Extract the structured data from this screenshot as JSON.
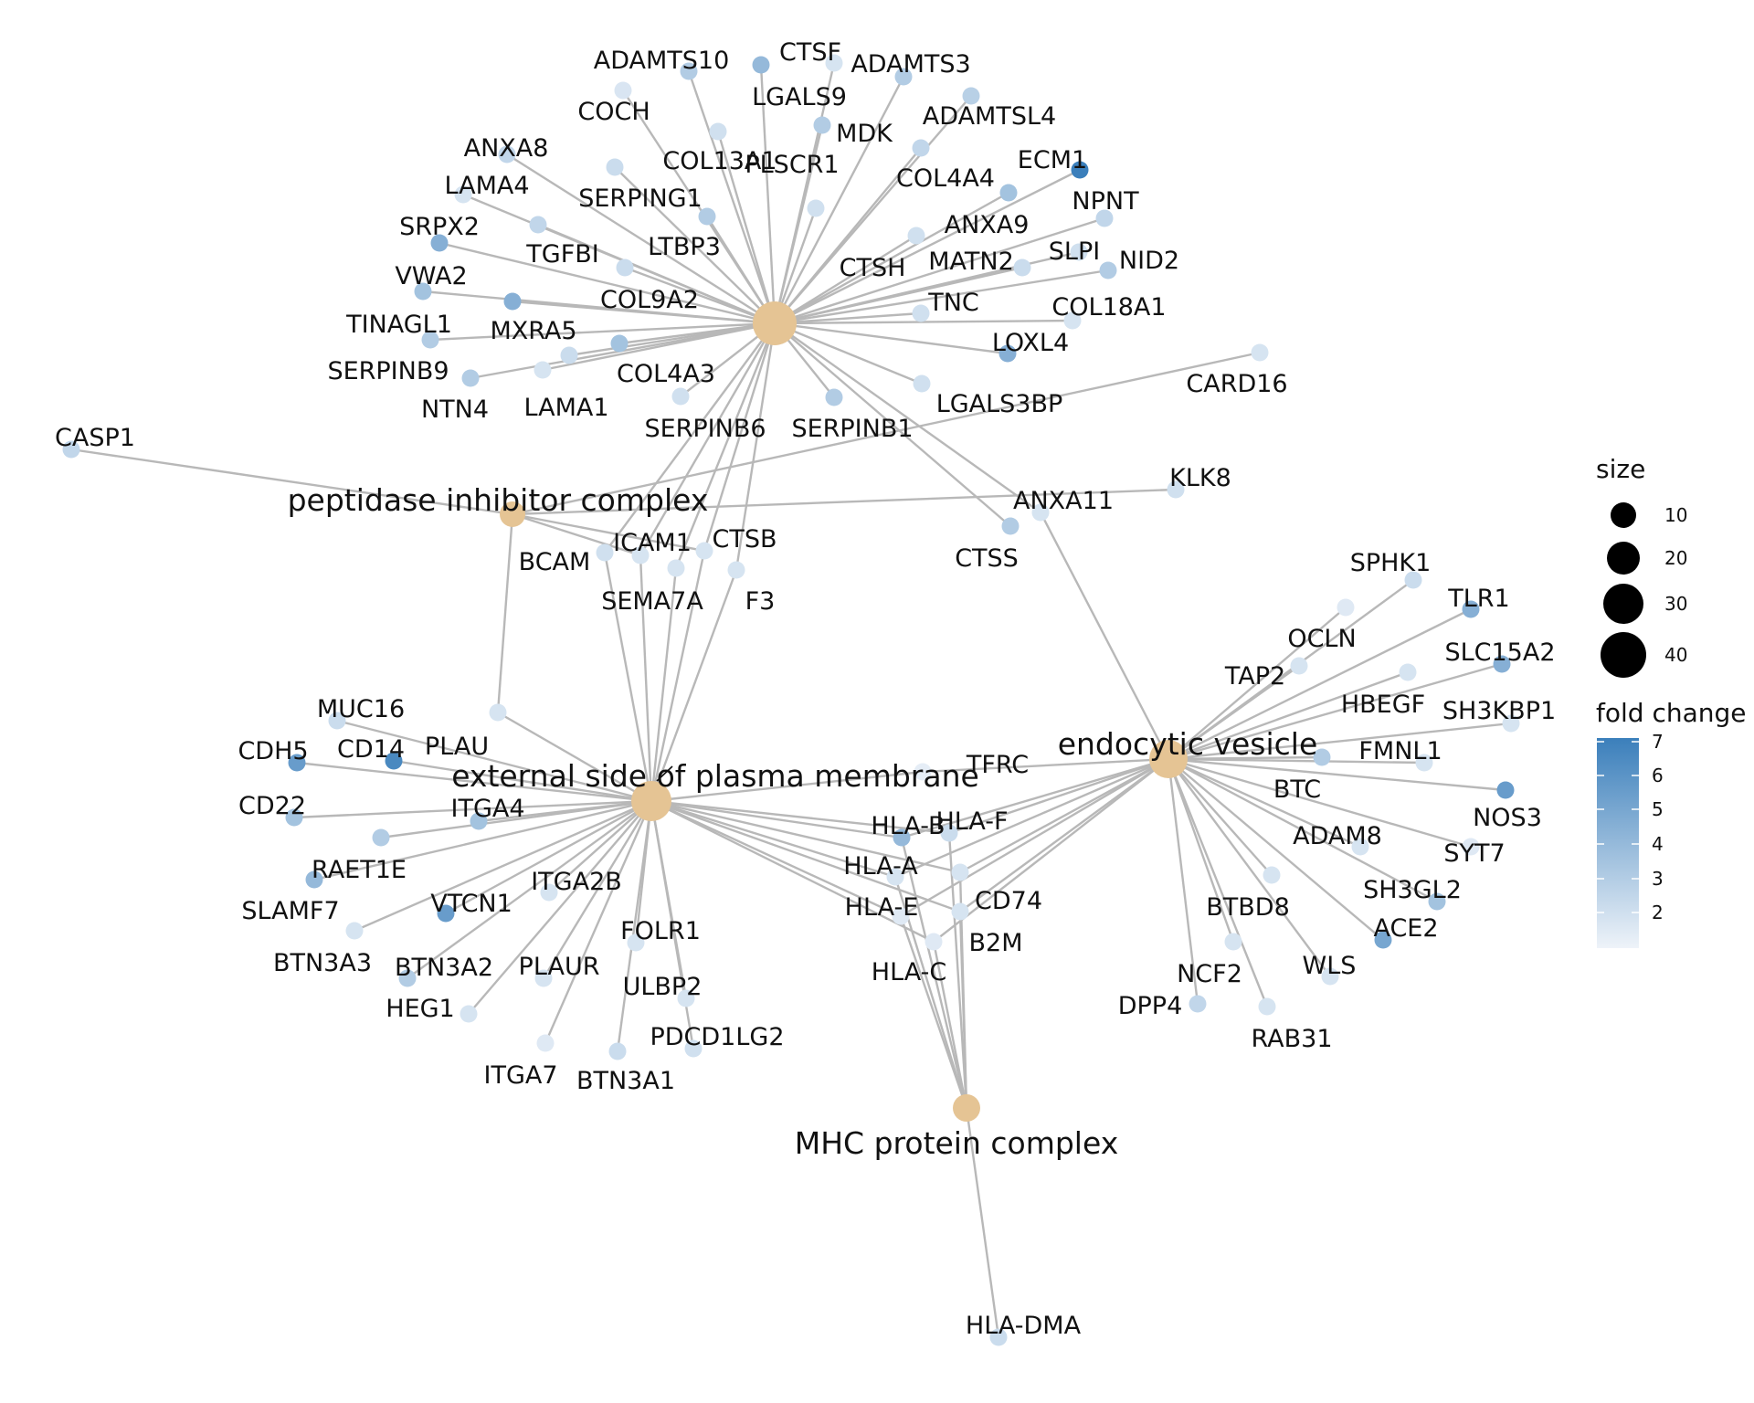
{
  "hubs": [
    {
      "id": "ecm",
      "label": "",
      "color": "#E5C494"
    },
    {
      "id": "pic",
      "label": "peptidase inhibitor complex",
      "color": "#E5C494"
    },
    {
      "id": "esp",
      "label": "external side of plasma membrane",
      "color": "#E5C494"
    },
    {
      "id": "ev",
      "label": "endocytic vesicle",
      "color": "#E5C494"
    },
    {
      "id": "mhc",
      "label": "MHC protein complex",
      "color": "#E5C494"
    }
  ],
  "genes": [
    {
      "label": "ADAMTS10",
      "fc": 3.0,
      "links": [
        "ecm"
      ]
    },
    {
      "label": "CTSF",
      "fc": 1.8,
      "links": [
        "ecm"
      ]
    },
    {
      "label": "LGALS9",
      "fc": 4.0,
      "links": [
        "ecm"
      ]
    },
    {
      "label": "ADAMTS3",
      "fc": 3.0,
      "links": [
        "ecm"
      ]
    },
    {
      "label": "COCH",
      "fc": 1.7,
      "links": [
        "ecm"
      ]
    },
    {
      "label": "COL13A1",
      "fc": 2.0,
      "links": [
        "ecm"
      ]
    },
    {
      "label": "MDK",
      "fc": 3.0,
      "links": [
        "ecm"
      ]
    },
    {
      "label": "ADAMTSL4",
      "fc": 2.8,
      "links": [
        "ecm"
      ]
    },
    {
      "label": "ANXA8",
      "fc": 2.5,
      "links": [
        "ecm"
      ]
    },
    {
      "label": "SERPING1",
      "fc": 2.2,
      "links": [
        "ecm"
      ]
    },
    {
      "label": "PLSCR1",
      "fc": 2.0,
      "links": [
        "ecm"
      ]
    },
    {
      "label": "COL4A4",
      "fc": 2.5,
      "links": [
        "ecm"
      ]
    },
    {
      "label": "ECM1",
      "fc": 7.0,
      "links": [
        "ecm"
      ]
    },
    {
      "label": "LAMA4",
      "fc": 1.8,
      "links": [
        "ecm"
      ]
    },
    {
      "label": "LTBP3",
      "fc": 3.0,
      "links": [
        "ecm"
      ]
    },
    {
      "label": "ANXA9",
      "fc": 3.5,
      "links": [
        "ecm"
      ]
    },
    {
      "label": "NPNT",
      "fc": 2.5,
      "links": [
        "ecm"
      ]
    },
    {
      "label": "SRPX2",
      "fc": 4.5,
      "links": [
        "ecm"
      ]
    },
    {
      "label": "TGFBI",
      "fc": 2.5,
      "links": [
        "ecm"
      ]
    },
    {
      "label": "CTSH",
      "fc": 2.0,
      "links": [
        "ecm"
      ]
    },
    {
      "label": "MATN2",
      "fc": 2.2,
      "links": [
        "ecm"
      ]
    },
    {
      "label": "SLPI",
      "fc": 2.0,
      "links": [
        "ecm"
      ]
    },
    {
      "label": "NID2",
      "fc": 3.0,
      "links": [
        "ecm"
      ]
    },
    {
      "label": "VWA2",
      "fc": 3.5,
      "links": [
        "ecm"
      ]
    },
    {
      "label": "COL9A2",
      "fc": 2.2,
      "links": [
        "ecm"
      ]
    },
    {
      "label": "TINAGL1",
      "fc": 3.0,
      "links": [
        "ecm"
      ]
    },
    {
      "label": "MXRA5",
      "fc": 4.5,
      "links": [
        "ecm"
      ]
    },
    {
      "label": "TNC",
      "fc": 2.0,
      "links": [
        "ecm"
      ]
    },
    {
      "label": "COL18A1",
      "fc": 1.8,
      "links": [
        "ecm"
      ]
    },
    {
      "label": "SERPINB9",
      "fc": 3.0,
      "links": [
        "ecm"
      ]
    },
    {
      "label": "COL4A3",
      "fc": 3.5,
      "links": [
        "ecm"
      ]
    },
    {
      "label": "LOXL4",
      "fc": 4.5,
      "links": [
        "ecm"
      ]
    },
    {
      "label": "NTN4",
      "fc": 1.8,
      "links": [
        "ecm"
      ]
    },
    {
      "label": "LAMA1",
      "fc": 2.2,
      "links": [
        "ecm"
      ]
    },
    {
      "label": "SERPINB6",
      "fc": 2.0,
      "links": [
        "ecm"
      ]
    },
    {
      "label": "SERPINB1",
      "fc": 3.0,
      "links": [
        "ecm"
      ]
    },
    {
      "label": "LGALS3BP",
      "fc": 2.0,
      "links": [
        "ecm"
      ]
    },
    {
      "label": "CARD16",
      "fc": 1.8,
      "links": [
        "pic"
      ]
    },
    {
      "label": "CASP1",
      "fc": 2.5,
      "links": [
        "pic"
      ]
    },
    {
      "label": "KLK8",
      "fc": 2.0,
      "links": [
        "pic"
      ]
    },
    {
      "label": "ANXA11",
      "fc": 1.8,
      "links": [
        "ecm",
        "ev"
      ]
    },
    {
      "label": "CTSS",
      "fc": 3.0,
      "links": [
        "ecm"
      ]
    },
    {
      "label": "BCAM",
      "fc": 2.0,
      "links": [
        "ecm",
        "esp"
      ]
    },
    {
      "label": "ICAM1",
      "fc": 1.8,
      "links": [
        "ecm",
        "pic",
        "esp"
      ]
    },
    {
      "label": "CTSB",
      "fc": 1.8,
      "links": [
        "ecm",
        "pic",
        "esp"
      ]
    },
    {
      "label": "SEMA7A",
      "fc": 1.8,
      "links": [
        "ecm",
        "esp"
      ]
    },
    {
      "label": "F3",
      "fc": 1.8,
      "links": [
        "ecm",
        "esp"
      ]
    },
    {
      "label": "SPHK1",
      "fc": 2.2,
      "links": [
        "ev"
      ]
    },
    {
      "label": "TLR1",
      "fc": 4.5,
      "links": [
        "ev"
      ]
    },
    {
      "label": "OCLN",
      "fc": 1.5,
      "links": [
        "ev"
      ]
    },
    {
      "label": "TAP2",
      "fc": 1.8,
      "links": [
        "ev"
      ]
    },
    {
      "label": "SLC15A2",
      "fc": 4.5,
      "links": [
        "ev"
      ]
    },
    {
      "label": "HBEGF",
      "fc": 1.8,
      "links": [
        "ev"
      ]
    },
    {
      "label": "SH3KBP1",
      "fc": 1.8,
      "links": [
        "ev"
      ]
    },
    {
      "label": "FMNL1",
      "fc": 1.8,
      "links": [
        "ev"
      ]
    },
    {
      "label": "BTC",
      "fc": 3.0,
      "links": [
        "ev"
      ]
    },
    {
      "label": "NOS3",
      "fc": 5.5,
      "links": [
        "ev"
      ]
    },
    {
      "label": "ADAM8",
      "fc": 1.8,
      "links": [
        "ev"
      ]
    },
    {
      "label": "SYT7",
      "fc": 1.5,
      "links": [
        "ev"
      ]
    },
    {
      "label": "SH3GL2",
      "fc": 3.5,
      "links": [
        "ev"
      ]
    },
    {
      "label": "BTBD8",
      "fc": 1.8,
      "links": [
        "ev"
      ]
    },
    {
      "label": "ACE2",
      "fc": 5.0,
      "links": [
        "ev"
      ]
    },
    {
      "label": "NCF2",
      "fc": 1.8,
      "links": [
        "ev"
      ]
    },
    {
      "label": "WLS",
      "fc": 1.8,
      "links": [
        "ev"
      ]
    },
    {
      "label": "DPP4",
      "fc": 2.5,
      "links": [
        "ev"
      ]
    },
    {
      "label": "RAB31",
      "fc": 1.8,
      "links": [
        "ev"
      ]
    },
    {
      "label": "MUC16",
      "fc": 2.2,
      "links": [
        "esp"
      ]
    },
    {
      "label": "PLAU",
      "fc": 1.8,
      "links": [
        "pic",
        "esp"
      ]
    },
    {
      "label": "CDH5",
      "fc": 5.5,
      "links": [
        "esp"
      ]
    },
    {
      "label": "CD14",
      "fc": 6.5,
      "links": [
        "esp"
      ]
    },
    {
      "label": "TFRC",
      "fc": 1.3,
      "links": [
        "esp",
        "ev"
      ]
    },
    {
      "label": "CD22",
      "fc": 3.5,
      "links": [
        "esp"
      ]
    },
    {
      "label": "ITGA4",
      "fc": 3.5,
      "links": [
        "esp"
      ]
    },
    {
      "label": "RAET1E",
      "fc": 3.0,
      "links": [
        "esp"
      ]
    },
    {
      "label": "SLAMF7",
      "fc": 4.0,
      "links": [
        "esp"
      ]
    },
    {
      "label": "ITGA2B",
      "fc": 1.8,
      "links": [
        "esp"
      ]
    },
    {
      "label": "VTCN1",
      "fc": 5.5,
      "links": [
        "esp"
      ]
    },
    {
      "label": "BTN3A3",
      "fc": 1.8,
      "links": [
        "esp"
      ]
    },
    {
      "label": "FOLR1",
      "fc": 1.8,
      "links": [
        "esp"
      ]
    },
    {
      "label": "BTN3A2",
      "fc": 3.0,
      "links": [
        "esp"
      ]
    },
    {
      "label": "PLAUR",
      "fc": 1.8,
      "links": [
        "esp"
      ]
    },
    {
      "label": "HEG1",
      "fc": 1.8,
      "links": [
        "esp"
      ]
    },
    {
      "label": "ULBP2",
      "fc": 1.8,
      "links": [
        "esp"
      ]
    },
    {
      "label": "PDCD1LG2",
      "fc": 2.0,
      "links": [
        "esp"
      ]
    },
    {
      "label": "ITGA7",
      "fc": 1.5,
      "links": [
        "esp"
      ]
    },
    {
      "label": "BTN3A1",
      "fc": 2.2,
      "links": [
        "esp"
      ]
    },
    {
      "label": "HLA-B",
      "fc": 4.0,
      "links": [
        "esp",
        "ev",
        "mhc"
      ]
    },
    {
      "label": "HLA-F",
      "fc": 2.2,
      "links": [
        "esp",
        "ev",
        "mhc"
      ]
    },
    {
      "label": "HLA-A",
      "fc": 1.8,
      "links": [
        "esp",
        "ev",
        "mhc"
      ]
    },
    {
      "label": "CD74",
      "fc": 1.8,
      "links": [
        "esp",
        "ev",
        "mhc"
      ]
    },
    {
      "label": "HLA-E",
      "fc": 1.5,
      "links": [
        "esp",
        "ev",
        "mhc"
      ]
    },
    {
      "label": "B2M",
      "fc": 1.8,
      "links": [
        "esp",
        "ev",
        "mhc"
      ]
    },
    {
      "label": "HLA-C",
      "fc": 1.5,
      "links": [
        "esp",
        "ev",
        "mhc"
      ]
    },
    {
      "label": "HLA-DMA",
      "fc": 2.2,
      "links": [
        "mhc"
      ]
    }
  ],
  "legend": {
    "size_title": "size",
    "size_items": [
      {
        "label": "10",
        "value": 10
      },
      {
        "label": "20",
        "value": 20
      },
      {
        "label": "30",
        "value": 30
      },
      {
        "label": "40",
        "value": 40
      }
    ],
    "fc_title": "fold change",
    "fc_ticks": [
      "7",
      "6",
      "5",
      "4",
      "3",
      "2"
    ],
    "fc_low_color": "#EEF3F9",
    "fc_high_color": "#3B7FBB"
  }
}
